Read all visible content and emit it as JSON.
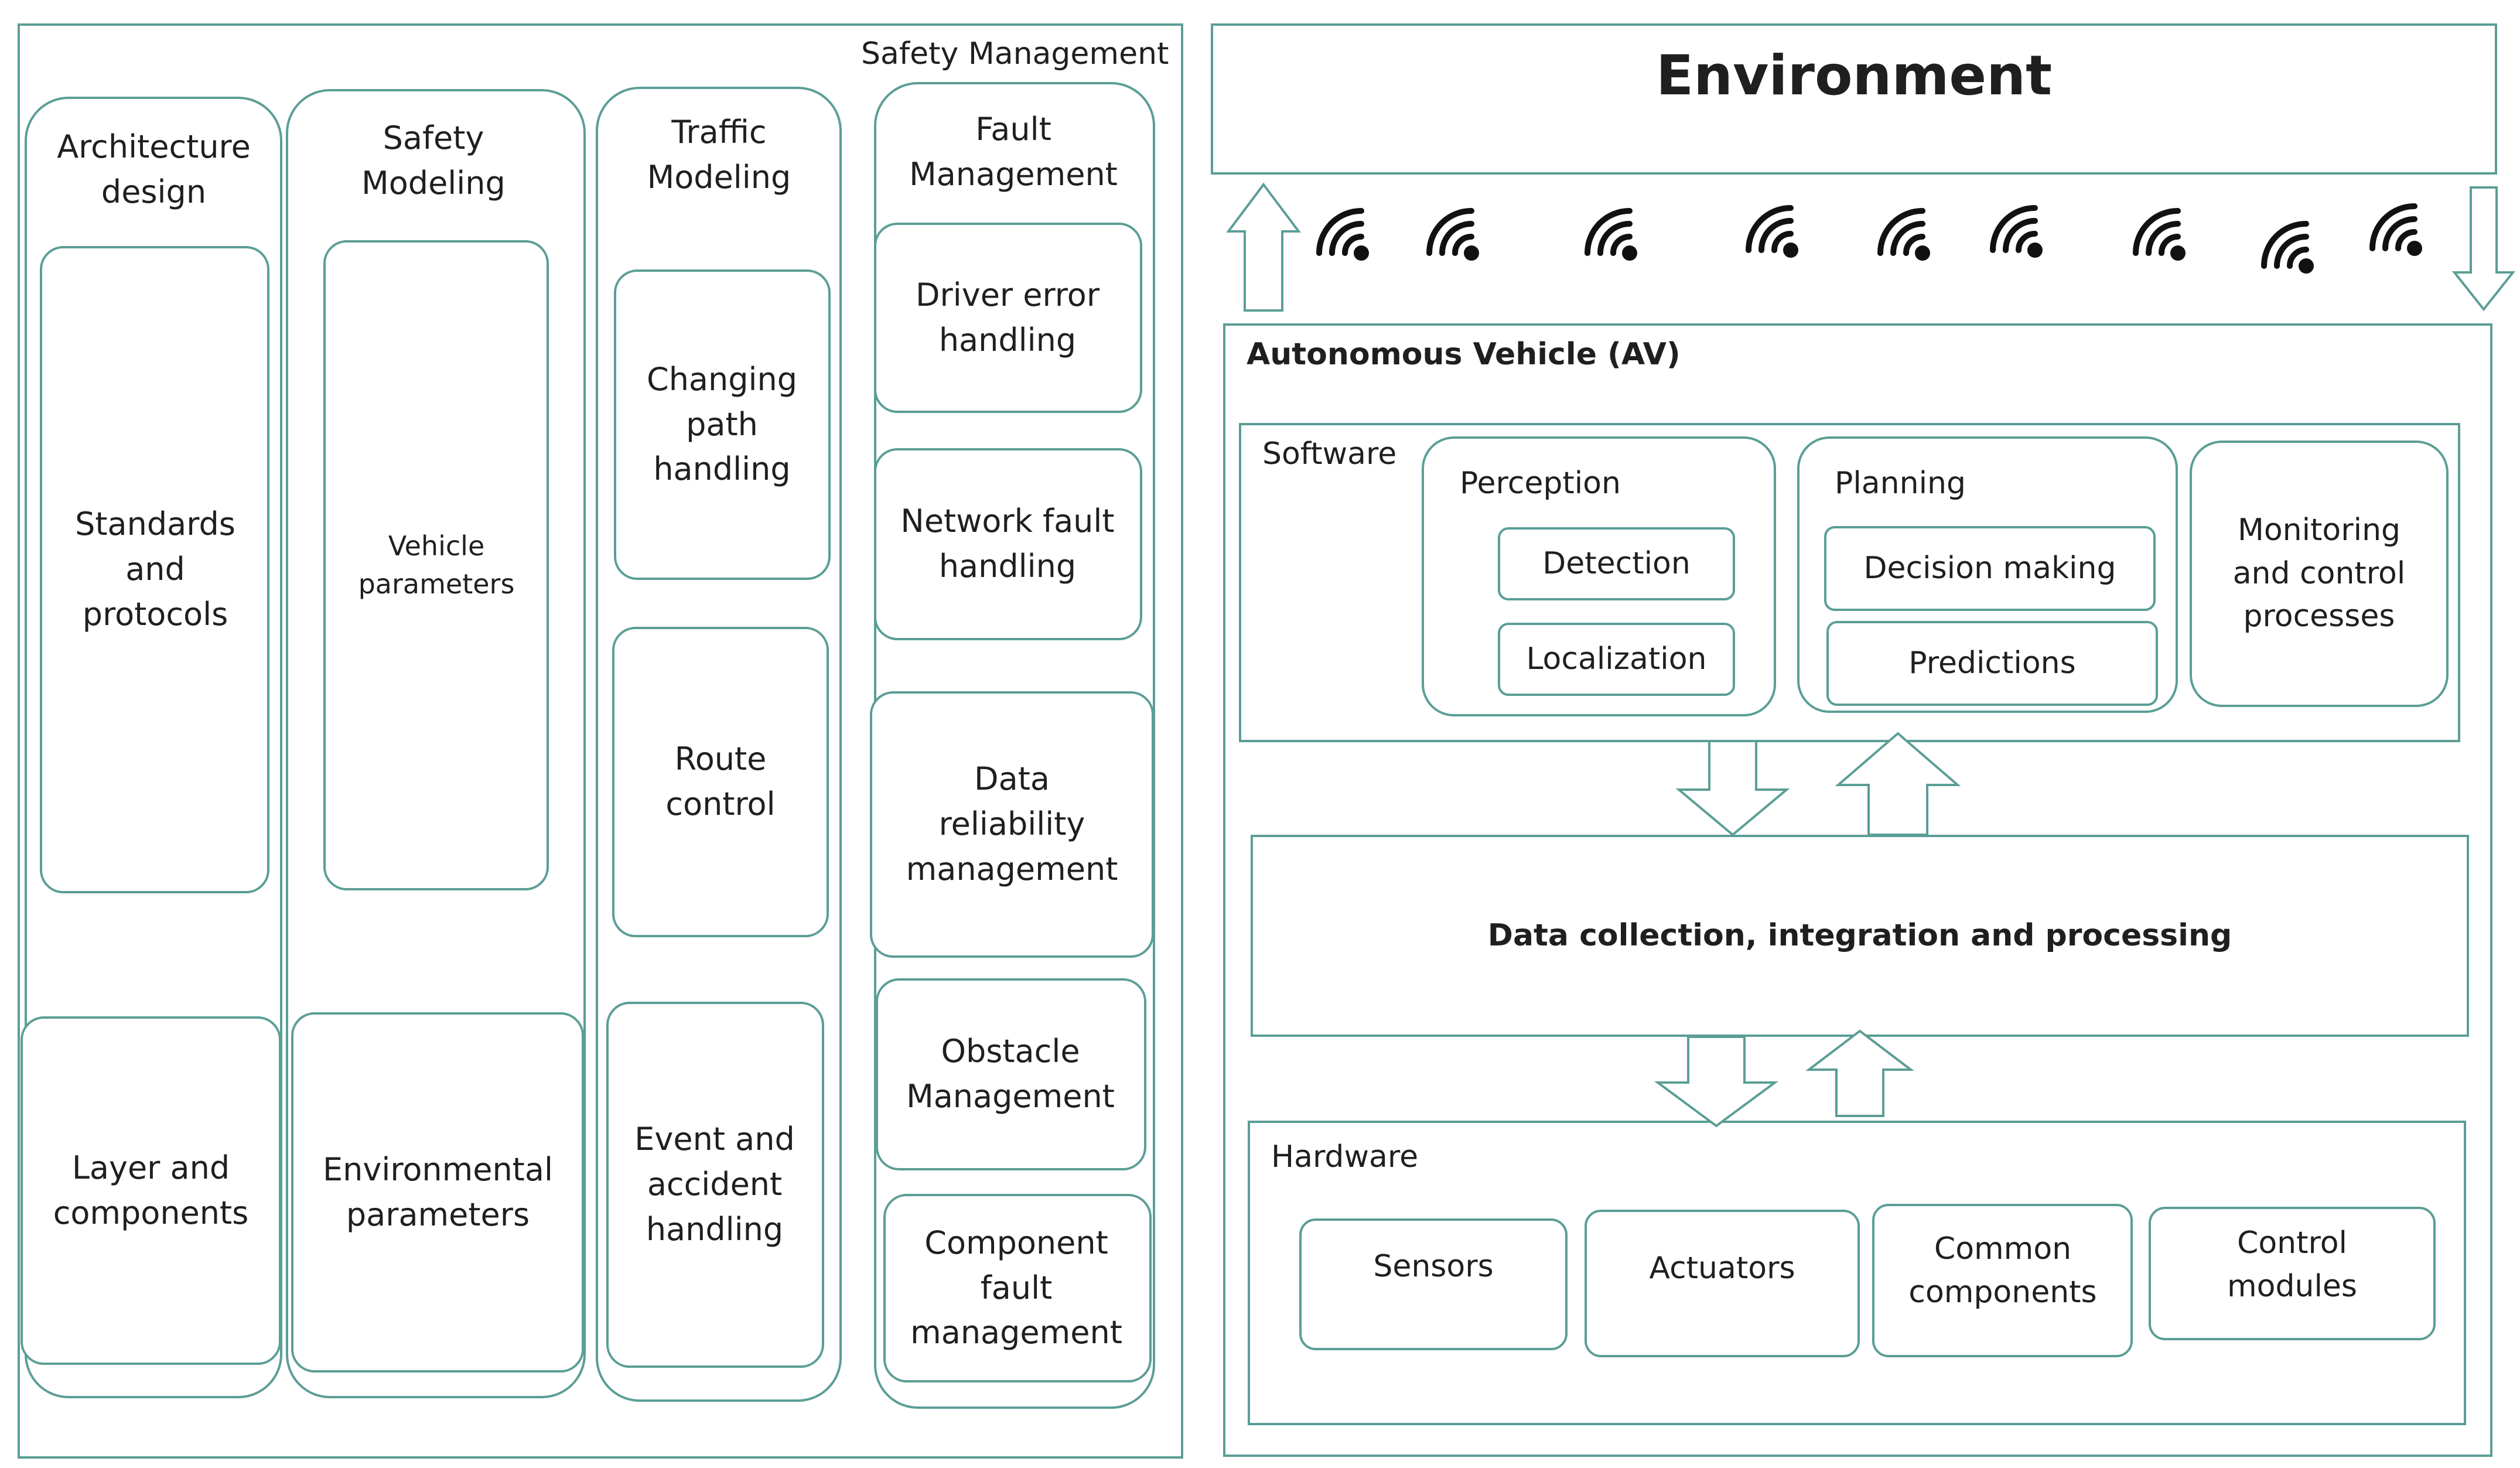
{
  "safety_management": {
    "title": "Safety Management",
    "architecture": {
      "title": "Architecture design",
      "items": [
        "Standards and protocols",
        "Layer and components"
      ]
    },
    "safety_modeling": {
      "title": "Safety Modeling",
      "items": [
        "Vehicle parameters",
        "Environmental parameters"
      ]
    },
    "traffic_modeling": {
      "title": "Traffic Modeling",
      "items": [
        "Changing path handling",
        "Route control",
        "Event and accident handling"
      ]
    },
    "fault_management": {
      "title": "Fault Management",
      "items": [
        "Driver error handling",
        "Network fault handling",
        "Data reliability management",
        "Obstacle Management",
        "Component fault management"
      ]
    }
  },
  "environment": {
    "title": "Environment"
  },
  "av": {
    "title": "Autonomous Vehicle (AV)",
    "software": {
      "label": "Software",
      "perception": {
        "title": "Perception",
        "items": [
          "Detection",
          "Localization"
        ]
      },
      "planning": {
        "title": "Planning",
        "items": [
          "Decision making",
          "Predictions"
        ]
      },
      "monitoring": "Monitoring and control processes"
    },
    "data": "Data collection, integration and processing",
    "hardware": {
      "label": "Hardware",
      "items": [
        "Sensors",
        "Actuators",
        "Common components",
        "Control modules"
      ]
    }
  },
  "icons": {
    "wireless": "wifi-signal-icon",
    "arrows": [
      "up-arrow-icon",
      "down-arrow-icon"
    ]
  },
  "colors": {
    "border": "#5b9e96",
    "text": "#1f1f1f",
    "arrow_stroke": "#5b9e96"
  }
}
